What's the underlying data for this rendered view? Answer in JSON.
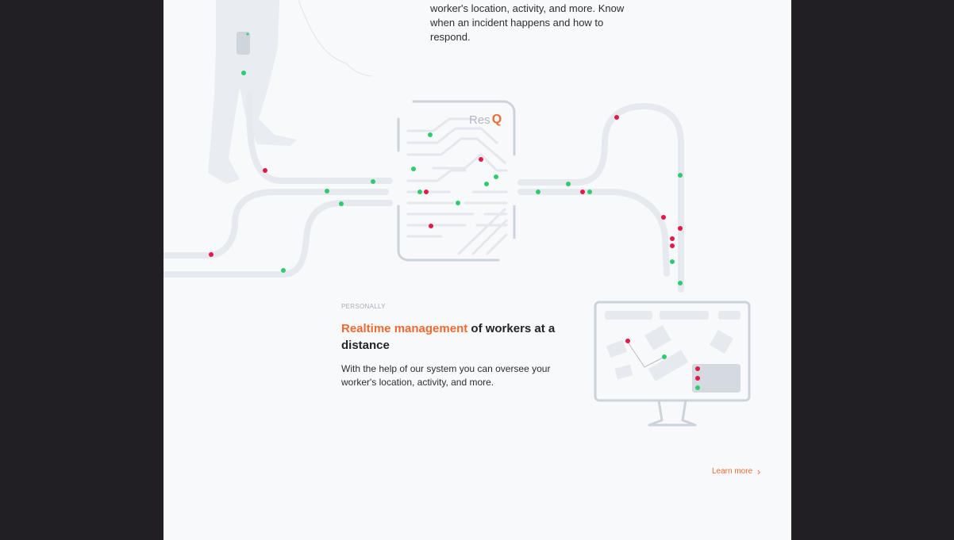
{
  "top_text": "worker's location, activity, and more. Know when an incident happens and how to respond.",
  "brand": {
    "name": "Res",
    "mark": "Q"
  },
  "section": {
    "eyebrow": "PERSONALLY",
    "headline_accent": "Realtime management",
    "headline_rest": " of workers at a distance",
    "body": "With the help of our system you can oversee your worker's location, activity, and more.",
    "link_label": "Learn more",
    "link_icon": "chevron-right-icon"
  },
  "colors": {
    "accent": "#ef6a31",
    "dot_green": "#2ecc71",
    "dot_red": "#e8174a",
    "path": "#e6eaef",
    "device": "#cdd3da"
  }
}
